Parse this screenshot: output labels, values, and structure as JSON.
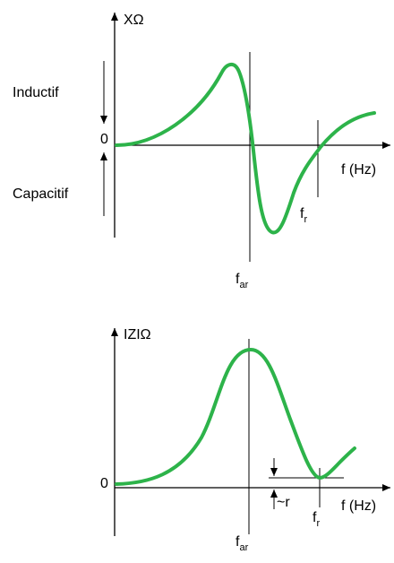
{
  "top_graph": {
    "y_axis_label": "XΩ",
    "x_axis_label": "f (Hz)",
    "zero_label": "0",
    "inductive_label": "Inductif",
    "capacitive_label": "Capacitif",
    "f_ar_label": {
      "base": "f",
      "sub": "ar"
    },
    "f_r_label": {
      "base": "f",
      "sub": "r"
    }
  },
  "bottom_graph": {
    "y_axis_label": "IZIΩ",
    "x_axis_label": "f (Hz)",
    "zero_label": "0",
    "r_label": "~r",
    "f_ar_label": {
      "base": "f",
      "sub": "ar"
    },
    "f_r_label": {
      "base": "f",
      "sub": "r"
    }
  },
  "colors": {
    "curve": "#2db34a",
    "axes": "#000000"
  }
}
